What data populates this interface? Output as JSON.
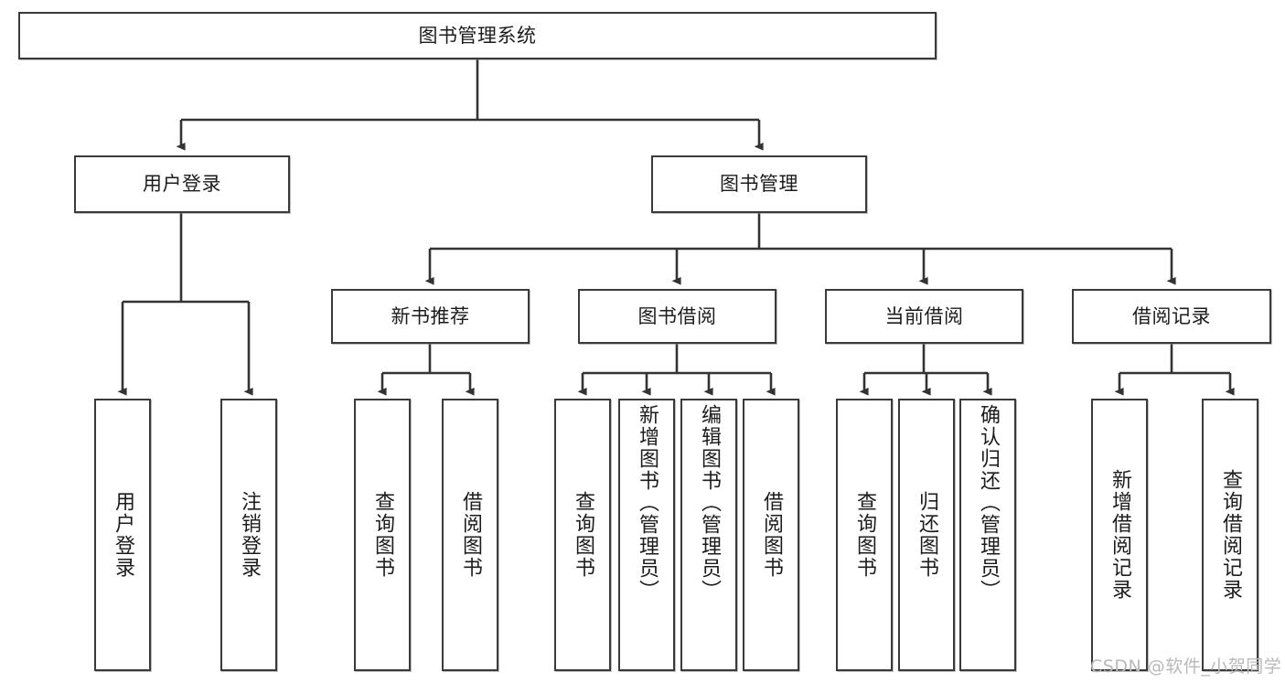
{
  "diagram": {
    "type": "tree",
    "title": "图书管理系统",
    "root": {
      "id": "root",
      "label": "图书管理系统"
    },
    "level2": [
      {
        "id": "user-login",
        "label": "用户登录"
      },
      {
        "id": "book-manage",
        "label": "图书管理"
      }
    ],
    "level3": [
      {
        "id": "new-book-rec",
        "label": "新书推荐"
      },
      {
        "id": "book-borrow",
        "label": "图书借阅"
      },
      {
        "id": "current-borrow",
        "label": "当前借阅"
      },
      {
        "id": "borrow-record",
        "label": "借阅记录"
      }
    ],
    "leaves": {
      "user_login": [
        {
          "id": "leaf-user-login",
          "label": "用户登录"
        },
        {
          "id": "leaf-logout",
          "label": "注销登录"
        }
      ],
      "new_book_rec": [
        {
          "id": "leaf-query-book-1",
          "label": "查询图书"
        },
        {
          "id": "leaf-borrow-book-1",
          "label": "借阅图书"
        }
      ],
      "book_borrow": [
        {
          "id": "leaf-query-book-2",
          "label": "查询图书"
        },
        {
          "id": "leaf-add-book",
          "label": "新增图书（管理员）"
        },
        {
          "id": "leaf-edit-book",
          "label": "编辑图书（管理员）"
        },
        {
          "id": "leaf-borrow-book-2",
          "label": "借阅图书"
        }
      ],
      "current_borrow": [
        {
          "id": "leaf-query-book-3",
          "label": "查询图书"
        },
        {
          "id": "leaf-return-book",
          "label": "归还图书"
        },
        {
          "id": "leaf-confirm-return",
          "label": "确认归还（管理员）"
        }
      ],
      "borrow_record": [
        {
          "id": "leaf-add-record",
          "label": "新增借阅记录"
        },
        {
          "id": "leaf-query-record",
          "label": "查询借阅记录"
        }
      ]
    },
    "colors": {
      "box_border": "#3a3a3a",
      "box_fill": "#ffffff",
      "connector": "#333333",
      "text": "#1c1c1c",
      "watermark": "#b9b9b9",
      "background": "#ffffff"
    }
  },
  "watermark": {
    "text": "CSDN @软件_小贺同学"
  }
}
